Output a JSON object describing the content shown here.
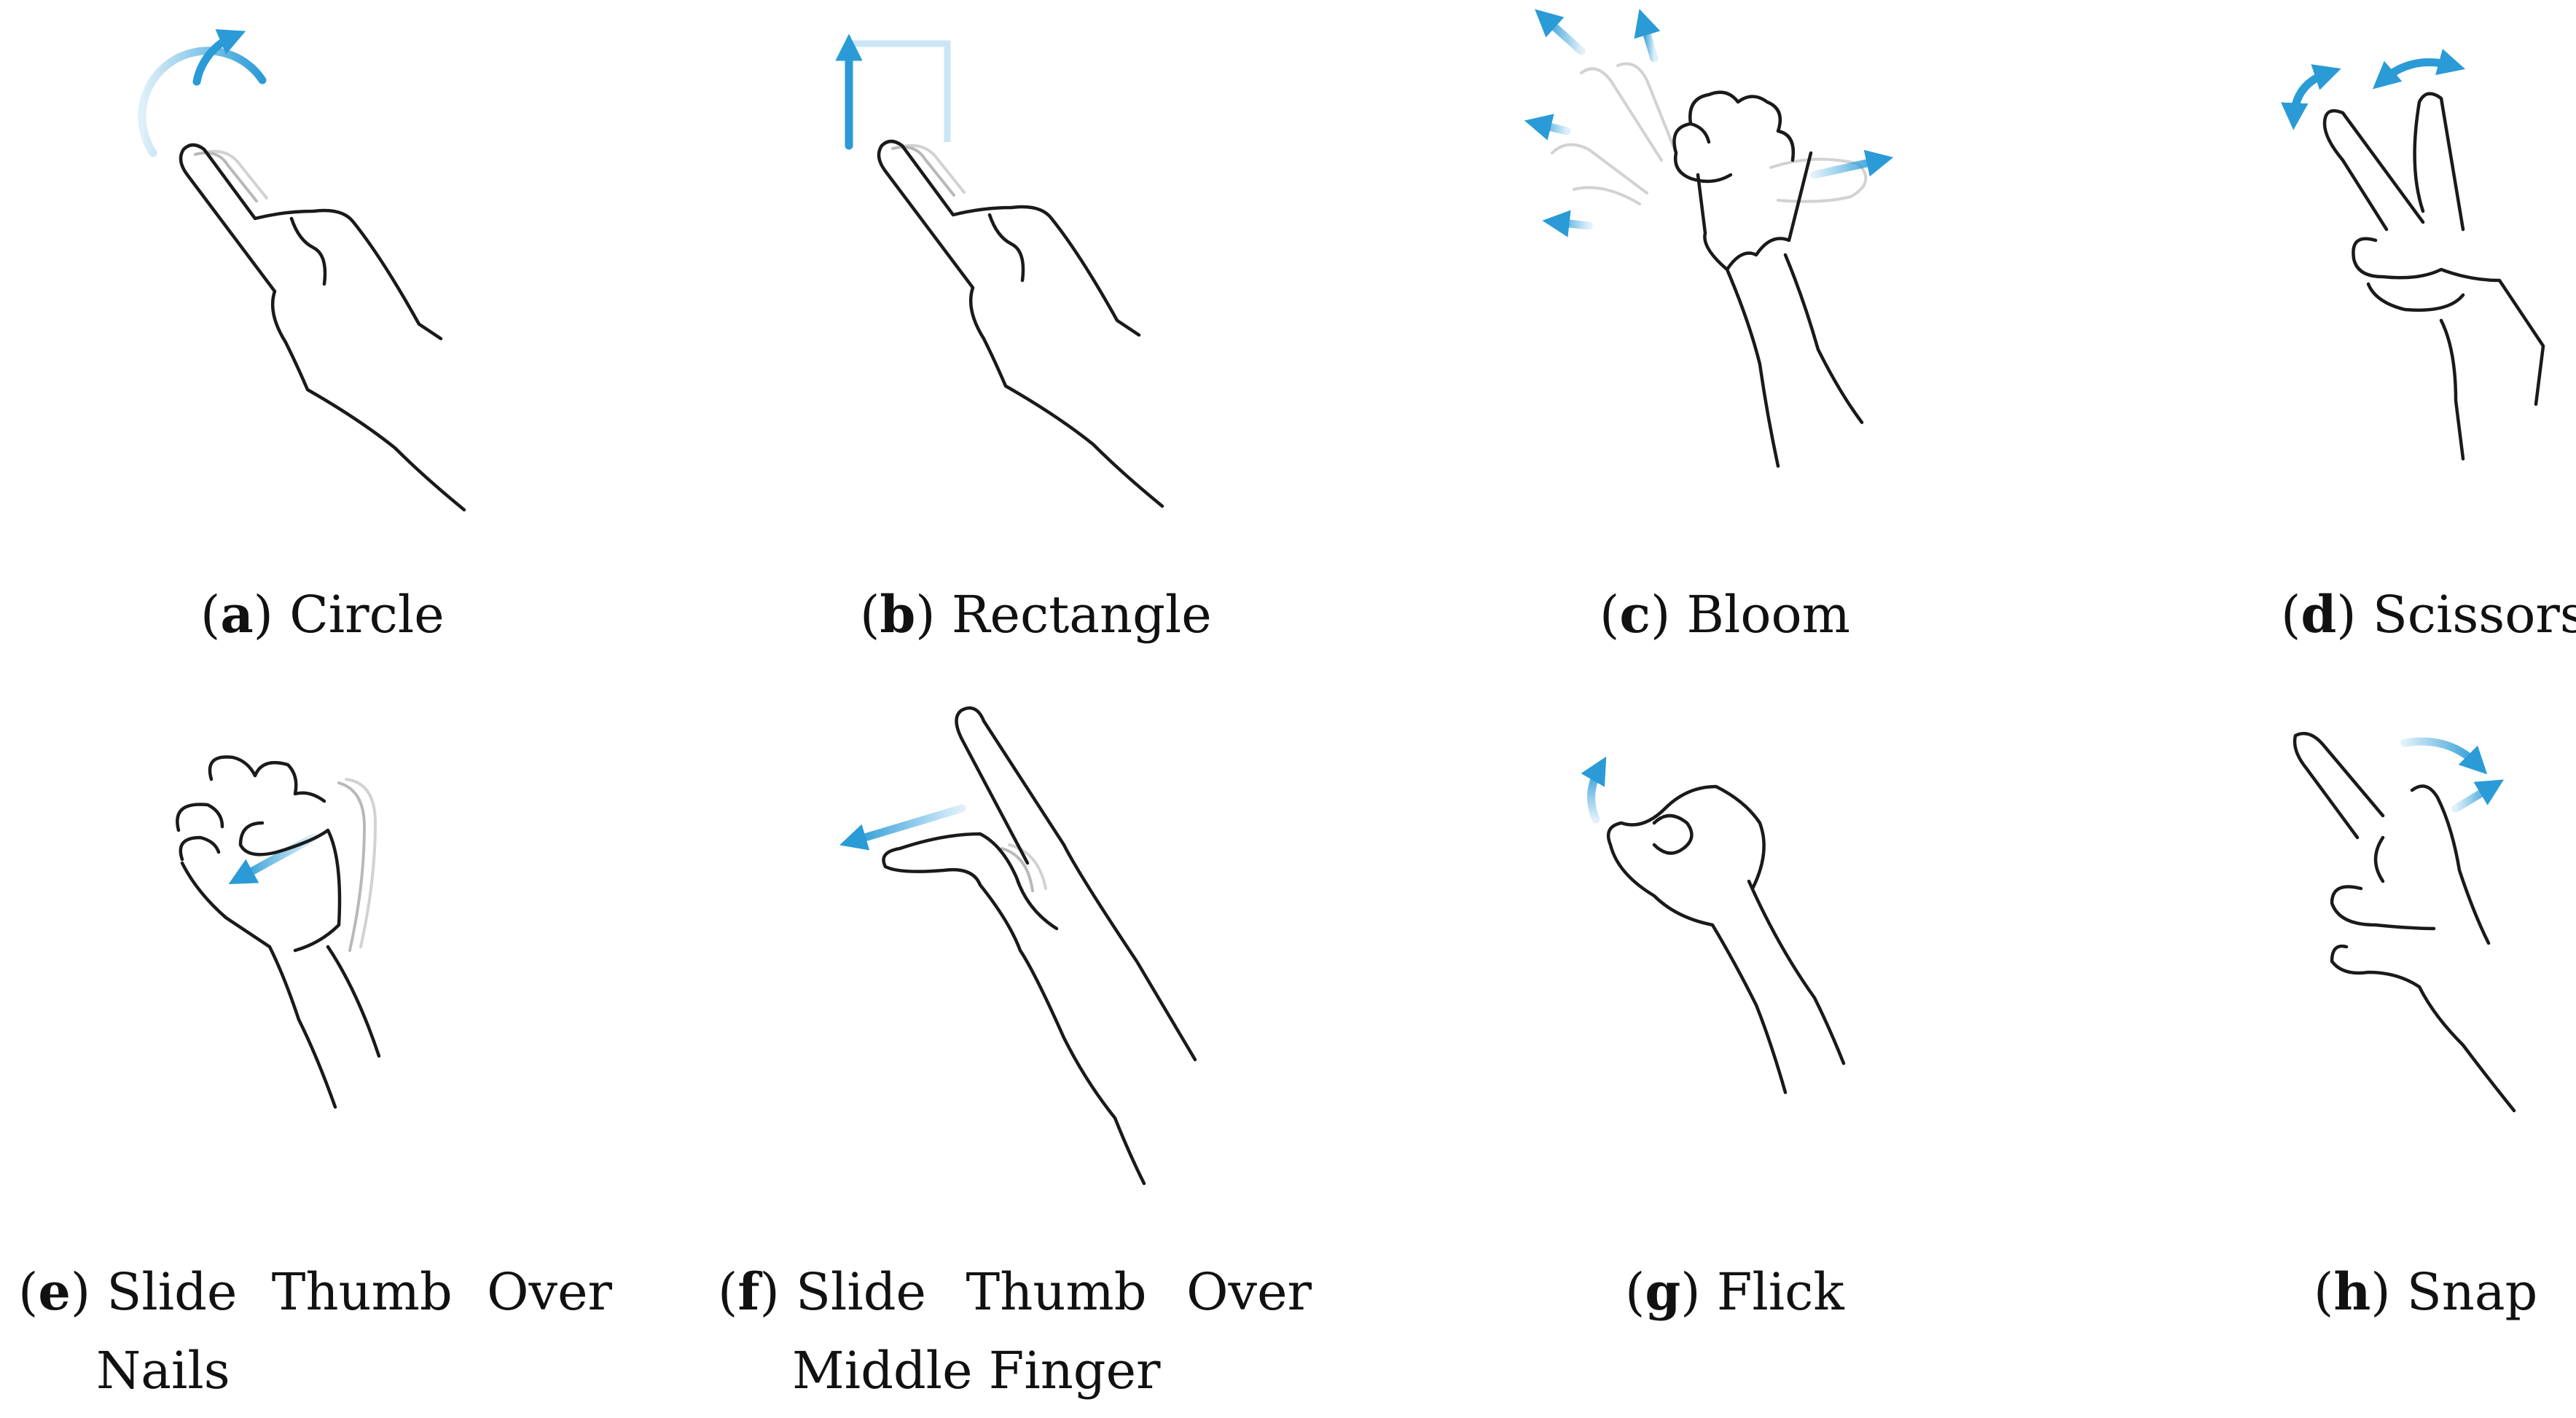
{
  "accent_color": "#2a9bd6",
  "panels": [
    {
      "letter": "a",
      "label": "Circle"
    },
    {
      "letter": "b",
      "label": "Rectangle"
    },
    {
      "letter": "c",
      "label": "Bloom"
    },
    {
      "letter": "d",
      "label": "Scissors"
    },
    {
      "letter": "e",
      "label_line1": [
        "Slide",
        "Thumb",
        "Over"
      ],
      "label_line2": "Nails"
    },
    {
      "letter": "f",
      "label_line1": [
        "Slide",
        "Thumb",
        "Over"
      ],
      "label_line2": "Middle Finger"
    },
    {
      "letter": "g",
      "label": "Flick"
    },
    {
      "letter": "h",
      "label": "Snap"
    }
  ]
}
